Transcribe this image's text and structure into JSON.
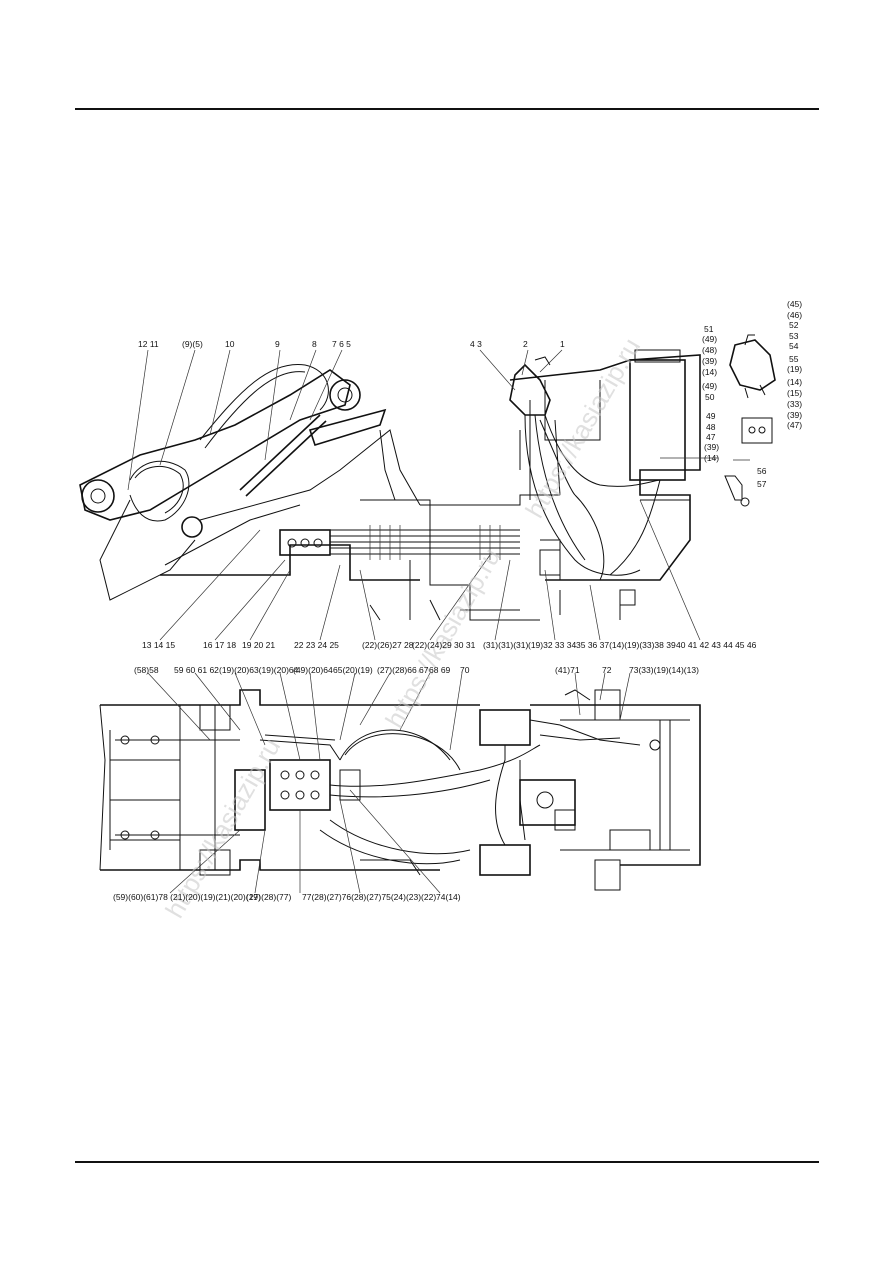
{
  "watermark": "https://kasiazip.ru",
  "top_view_labels": {
    "l_12_11": "12 11",
    "l_9_5": "(9)(5)",
    "l_10": "10",
    "l_9": "9",
    "l_8": "8",
    "l_7_6_5": "7 6 5",
    "l_4_3": "4 3",
    "l_2": "2",
    "l_1": "1"
  },
  "inset_labels": {
    "i_51": "51",
    "i_49a": "(49)",
    "i_48": "(48)",
    "i_39a": "(39)",
    "i_14a": "(14)",
    "i_49b": "(49)",
    "i_50": "50",
    "i_45": "(45)",
    "i_46": "(46)",
    "i_52": "52",
    "i_53": "53",
    "i_54": "54",
    "i_55": "55",
    "i_19": "(19)",
    "i_14b": "(14)",
    "i_15": "(15)",
    "i_33": "(33)",
    "i_39b": "(39)",
    "i_47a": "(47)",
    "i_49c": "49",
    "i_48b": "48",
    "i_47b": "47",
    "i_39c": "(39)",
    "i_14c": "(14)",
    "i_56": "56",
    "i_57": "57"
  },
  "middle_row_labels": {
    "m_13_14_15": "13 14 15",
    "m_16_17_18": "16 17 18",
    "m_19_20_21": "19 20 21",
    "m_22_25": "22 23 24 25",
    "m_22_28": "(22)(26)27 28",
    "m_22_24_29": "(22)(24)29 30 31",
    "m_31": "(31)(31)(31)",
    "m_19_34": "(19)32 33 34",
    "m_35_39": "35 36 37(14)(19)(33)38 39",
    "m_40_46": "40 41 42 43 44 45 46"
  },
  "bottom_top_labels": {
    "b_58": "(58)58",
    "b_59_62": "59 60 61 62",
    "b_19_63": "(19)(20)63(19)(20)64",
    "b_49_20_64": "(49)(20)64",
    "b_65": "65(20)(19)",
    "b_27_28_66_67": "(27)(28)66 67",
    "b_68_69": "68 69",
    "b_70": "70",
    "b_41_71": "(41)71",
    "b_72": "72",
    "b_73": "73(33)(19)(14)(13)"
  },
  "bottom_labels": {
    "c_59_78": "(59)(60)(61)78 (21)(20)(19)(21)(20)(19)",
    "c_27_77": "(27)(28)(77)",
    "c_77_76_75": "77(28)(27)76(28)(27)75(24)(23)(22)",
    "c_74": "74(14)"
  }
}
